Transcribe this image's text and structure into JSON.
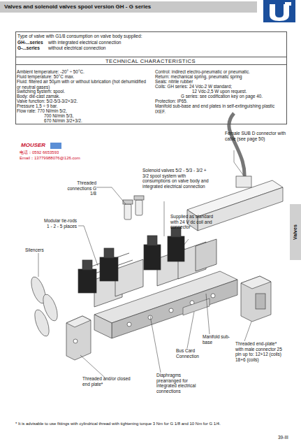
{
  "diagram": {
    "title": "Valves and solenoid valves spool version GH - G series",
    "nodes": [
      {
        "text": [
          "Type of valve with G1/8 consumption on valve body supplied:",
          "GH-...series",
          "with integrated electrical connection",
          "G-...series",
          "without electrical connection"
        ]
      },
      {
        "text": [
          "TECHNICAL CHARACTERISTICS"
        ],
        "in": 0
      },
      {
        "text": [
          "Valves"
        ]
      }
    ],
    "labels": [
      "Ambient temperature: -20° ÷ 50°C.",
      "Fluid temperature: 50°C max.",
      "Fluid: filtered air 50µm with or without lubrication (hot dehumidified or neutral gases)",
      "Switching system: spool.",
      "Body: die-cast zamak.",
      "Valve function: 5/2-5/3-3/2+3/2.",
      "Pressure 1,5 ÷ 9 bar.",
      "Flow rate: 770 Nl/min 5/2,",
      "700 Nl/min 5/3,",
      "670 Nl/min 3/2+3/2.",
      "Control: indirect electro-pneumatic or pneumatic.",
      "Return: mechanical spring, pneumatic spring",
      "Seals: nitrile rubber",
      "Coils: GH series: 24 Vdc-2 W standard;",
      "12 Vdc-2,5 W upon request.",
      "G series:  see codification key on page 40.",
      "Protection: IP65.",
      "Manifold sub-base and end plates in self-extinguishing plastic IXEF.",
      "Female SUB D connector with cable (see page 50)",
      "MOUSER",
      "电话：0592 6653593",
      "Email：13779988076@126.com",
      "Solenoid valves 5/2 - 5/3 - 3/2 + 3/2 spool system with consumptions on valve body and integrated electrical connection",
      "Threaded connections G 1/8",
      "Modular tie-rods 1 - 2 - 5 places",
      "Supplied as standard with 24 V dc coil and connector",
      "Silencers",
      "Manifold sub-base",
      "Bus Card Connection",
      "Threaded end-plate* with male connector 25 pin up to: 12+12 (coils) 18+6 (coils)",
      "Threaded and/or closed end plate*",
      "Diaphragms prearranged for integrated electrical connections",
      "* It is advisable to use fittings with cylindrical thread with tightening torque 3 Nm for G 1/8 and 10 Nm for G 1/4.",
      "39-III"
    ]
  }
}
